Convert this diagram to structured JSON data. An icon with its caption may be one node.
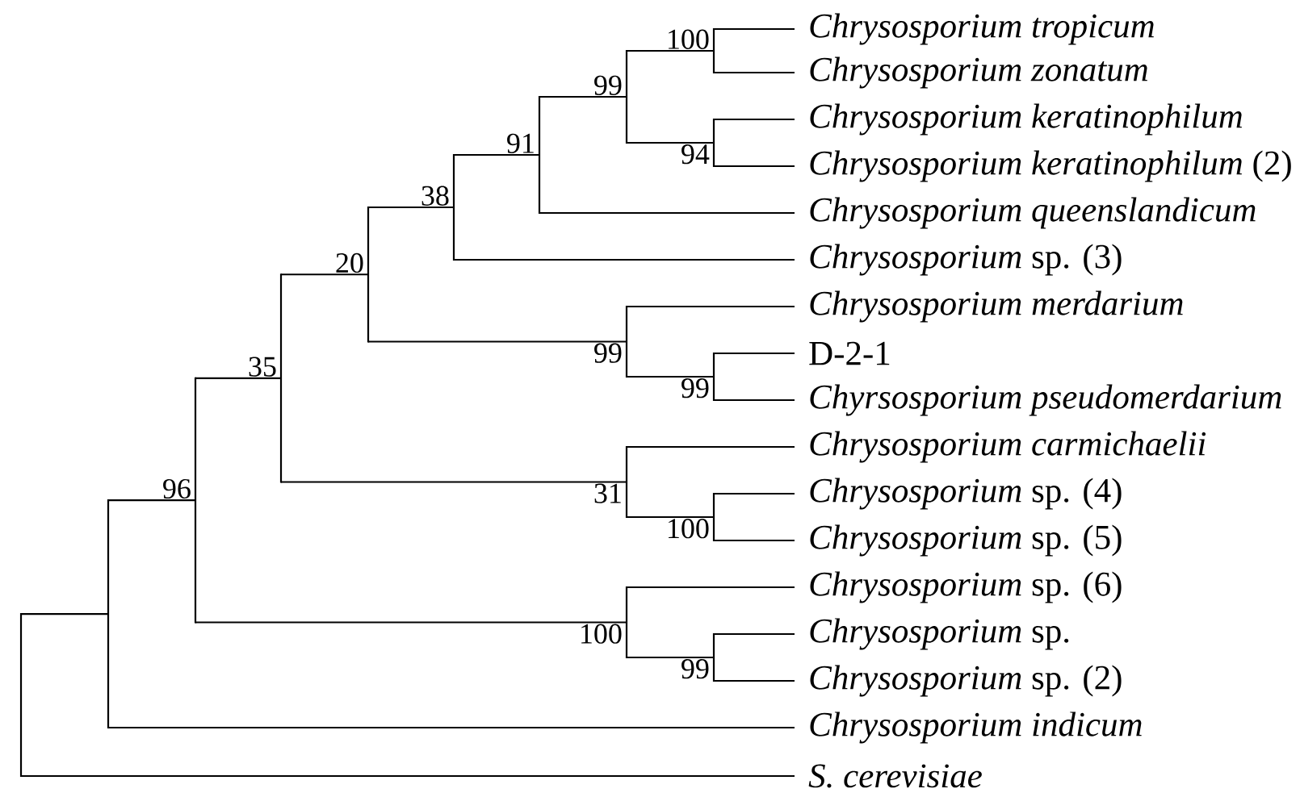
{
  "diagram": {
    "nodes": [
      {
        "text": [
          "Chrysosporium tropicum"
        ]
      },
      {
        "text": [
          "Chrysosporium zonatum"
        ]
      },
      {
        "text": [
          "Chrysosporium keratinophilum"
        ]
      },
      {
        "text": [
          "*Chrysosporium keratinophilum* (2)"
        ]
      },
      {
        "text": [
          "Chrysosporium queenslandicum"
        ]
      },
      {
        "text": [
          "*Chrysosporium* sp. (3)"
        ]
      },
      {
        "text": [
          "Chrysosporium merdarium"
        ]
      },
      {
        "text": [
          "D-2-1"
        ]
      },
      {
        "text": [
          "Chyrsosporium pseudomerdarium"
        ]
      },
      {
        "text": [
          "Chrysosporium carmichaelii"
        ]
      },
      {
        "text": [
          "*Chrysosporium* sp. (4)"
        ]
      },
      {
        "text": [
          "*Chrysosporium* sp. (5)"
        ]
      },
      {
        "text": [
          "*Chrysosporium* sp. (6)"
        ]
      },
      {
        "text": [
          "*Chrysosporium* sp."
        ]
      },
      {
        "text": [
          "*Chrysosporium* sp. (2)"
        ]
      },
      {
        "text": [
          "Chrysosporium indicum"
        ]
      },
      {
        "text": [
          "S. cerevisiae"
        ]
      },
      {
        "text": [],
        "shape": "bar",
        "beside": [
          "100"
        ]
      },
      {
        "text": [],
        "shape": "bar",
        "beside": [
          "94"
        ]
      },
      {
        "text": [],
        "shape": "bar",
        "beside": [
          "99"
        ]
      },
      {
        "text": [],
        "shape": "bar",
        "beside": [
          "91"
        ]
      },
      {
        "text": [],
        "shape": "bar",
        "beside": [
          "38"
        ]
      },
      {
        "text": [],
        "shape": "bar",
        "beside": [
          "99"
        ]
      },
      {
        "text": [],
        "shape": "bar",
        "beside": [
          "99"
        ]
      },
      {
        "text": [],
        "shape": "bar",
        "beside": [
          "20"
        ]
      },
      {
        "text": [],
        "shape": "bar",
        "beside": [
          "100"
        ]
      },
      {
        "text": [],
        "shape": "bar",
        "beside": [
          "31"
        ]
      },
      {
        "text": [],
        "shape": "bar",
        "beside": [
          "35"
        ]
      },
      {
        "text": [],
        "shape": "bar",
        "beside": [
          "99"
        ]
      },
      {
        "text": [],
        "shape": "bar",
        "beside": [
          "100"
        ]
      },
      {
        "text": [],
        "shape": "bar",
        "beside": [
          "96"
        ]
      },
      {
        "text": [],
        "shape": "bar"
      },
      {
        "text": [],
        "shape": "bar"
      }
    ],
    "edges": [
      {
        "from": 17,
        "to": 0,
        "arrow": "none"
      },
      {
        "from": 17,
        "to": 1,
        "arrow": "none"
      },
      {
        "from": 18,
        "to": 2,
        "arrow": "none"
      },
      {
        "from": 18,
        "to": 3,
        "arrow": "none"
      },
      {
        "from": 19,
        "to": 17,
        "arrow": "none"
      },
      {
        "from": 19,
        "to": 18,
        "arrow": "none"
      },
      {
        "from": 20,
        "to": 19,
        "arrow": "none"
      },
      {
        "from": 20,
        "to": 4,
        "arrow": "none"
      },
      {
        "from": 21,
        "to": 20,
        "arrow": "none"
      },
      {
        "from": 21,
        "to": 5,
        "arrow": "none"
      },
      {
        "from": 22,
        "to": 7,
        "arrow": "none"
      },
      {
        "from": 22,
        "to": 8,
        "arrow": "none"
      },
      {
        "from": 23,
        "to": 6,
        "arrow": "none"
      },
      {
        "from": 23,
        "to": 22,
        "arrow": "none"
      },
      {
        "from": 24,
        "to": 21,
        "arrow": "none"
      },
      {
        "from": 24,
        "to": 23,
        "arrow": "none"
      },
      {
        "from": 25,
        "to": 10,
        "arrow": "none"
      },
      {
        "from": 25,
        "to": 11,
        "arrow": "none"
      },
      {
        "from": 26,
        "to": 9,
        "arrow": "none"
      },
      {
        "from": 26,
        "to": 25,
        "arrow": "none"
      },
      {
        "from": 27,
        "to": 24,
        "arrow": "none"
      },
      {
        "from": 27,
        "to": 26,
        "arrow": "none"
      },
      {
        "from": 28,
        "to": 13,
        "arrow": "none"
      },
      {
        "from": 28,
        "to": 14,
        "arrow": "none"
      },
      {
        "from": 29,
        "to": 12,
        "arrow": "none"
      },
      {
        "from": 29,
        "to": 28,
        "arrow": "none"
      },
      {
        "from": 30,
        "to": 27,
        "arrow": "none"
      },
      {
        "from": 30,
        "to": 29,
        "arrow": "none"
      },
      {
        "from": 32,
        "to": 30,
        "arrow": "none"
      },
      {
        "from": 32,
        "to": 15,
        "arrow": "none"
      },
      {
        "from": 31,
        "to": 32,
        "arrow": "none"
      },
      {
        "from": 31,
        "to": 16,
        "arrow": "none"
      }
    ]
  }
}
